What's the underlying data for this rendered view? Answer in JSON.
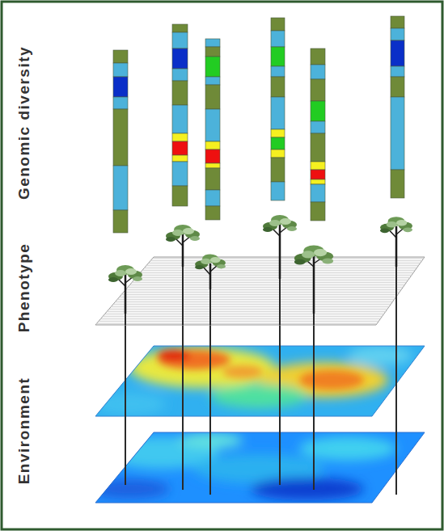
{
  "diagram": {
    "labels": [
      "Genomic diversity",
      "Phenotype",
      "Environment"
    ]
  }
}
